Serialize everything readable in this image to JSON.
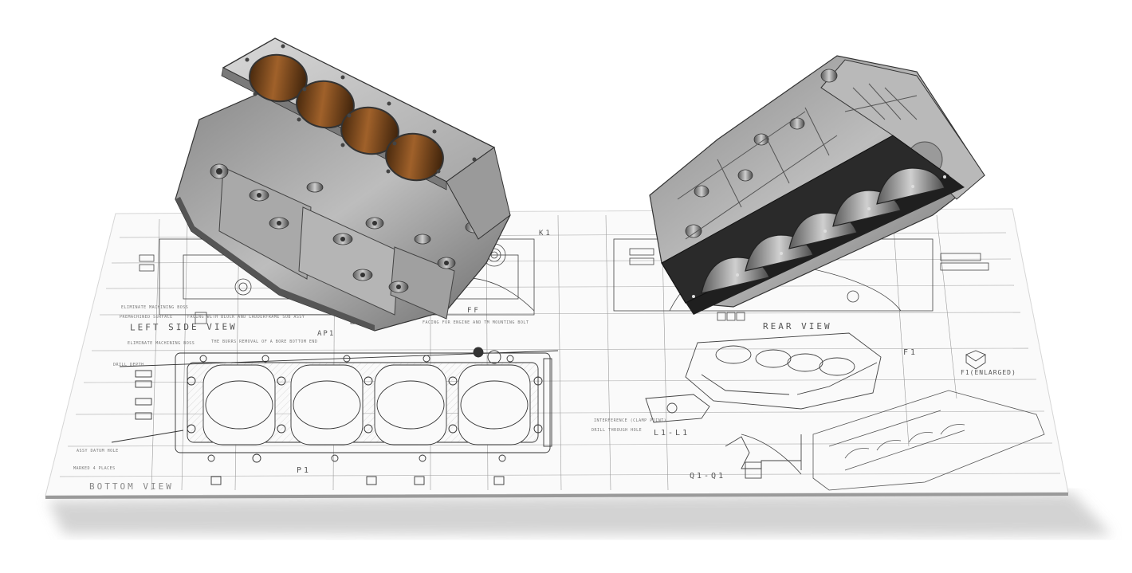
{
  "scene": {
    "title": "Engine block CAD render over technical drawing",
    "background_color": "#ffffff",
    "paper_color": "#fafafa",
    "line_color": "#3a3a3a"
  },
  "drawing": {
    "view_labels": {
      "left_side_view": "LEFT SIDE VIEW",
      "rear_view": "REAR VIEW",
      "bottom_view": "BOTTOM VIEW",
      "section_l1": "L1-L1",
      "section_q1": "Q1-Q1",
      "detail_f1": "F1",
      "detail_f1_enlarged": "F1(ENLARGED)",
      "datum_p1": "P1",
      "datum_ap1": "AP1",
      "datum_ff": "FF",
      "datum_k1": "K1"
    },
    "notes": [
      "ELIMINATE MACHINING BOSS",
      "PREMACHINED SURFACE",
      "FACING WITH BLOCK AND LADDERFRAME SUB ASSY",
      "FACING FOR ENGINE AND TM MOUNTING BOLT",
      "THE BURRS REMOVAL OF A BORE BOTTOM END",
      "INTERFERENCE (CLAMP POINT)",
      "DRILL THROUGH HOLE",
      "MARKED 4 PLACES",
      "ASSY DATUM HOLE",
      "ELIMINATE MACHINING BOSS",
      "DRILL DEPTH"
    ]
  },
  "objects": {
    "engine_block_left": {
      "name": "Inline-4 cylinder block (top view)",
      "cylinders": 4,
      "bore_color": "#7a4a1e"
    },
    "engine_block_right": {
      "name": "Cylinder block (bottom view, main bearing caps)",
      "bearing_bays": 5
    }
  }
}
